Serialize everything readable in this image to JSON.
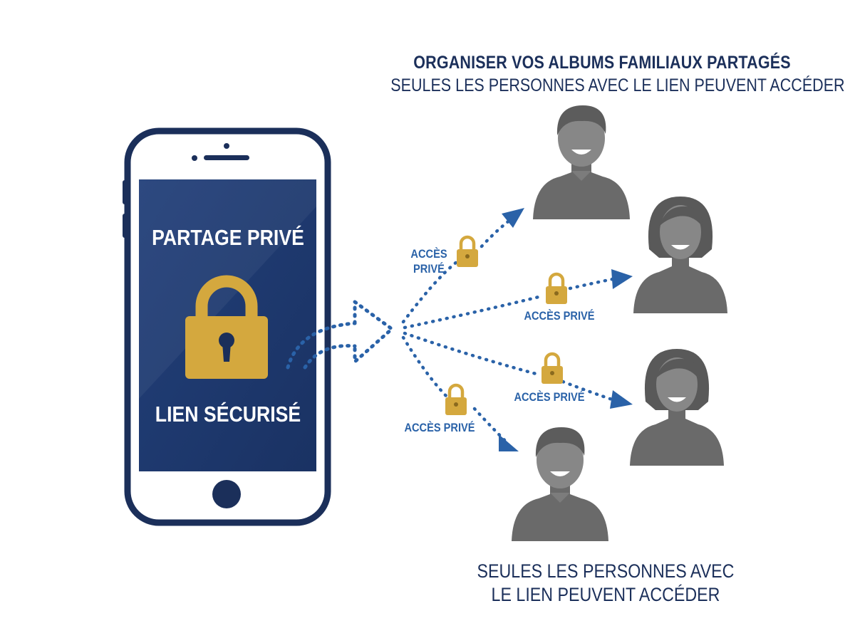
{
  "header": {
    "title": "ORGANISER VOS ALBUMS FAMILIAUX PARTAGÉS",
    "subtitle": "SEULES LES PERSONNES AVEC LE LIEN PEUVENT ACCÉDER"
  },
  "phone": {
    "screen_top_label": "PARTAGE PRIVÉ",
    "screen_bottom_label": "LIEN SÉCURISÉ"
  },
  "connections": [
    {
      "label": "ACCÈS PRIVÉ",
      "recipient": "man"
    },
    {
      "label": "ACCÈS PRIVÉ",
      "recipient": "woman"
    },
    {
      "label": "ACCÈS PRIVÉ",
      "recipient": "woman"
    },
    {
      "label": "ACCÈS PRIVÉ",
      "recipient": "man"
    }
  ],
  "footer": {
    "caption": "SEULES LES PERSONNES AVEC LE LIEN PEUVENT ACCÉDER"
  },
  "colors": {
    "navy": "#1b2f5a",
    "screen": "#1e3a6b",
    "gold": "#d4a83e",
    "arrow_blue": "#2a62a8",
    "avatar_gray": "#6f6f6f"
  },
  "icons": [
    "phone-icon",
    "padlock-icon",
    "curved-arrow-icon",
    "lock-icon",
    "person-avatar-icon"
  ]
}
